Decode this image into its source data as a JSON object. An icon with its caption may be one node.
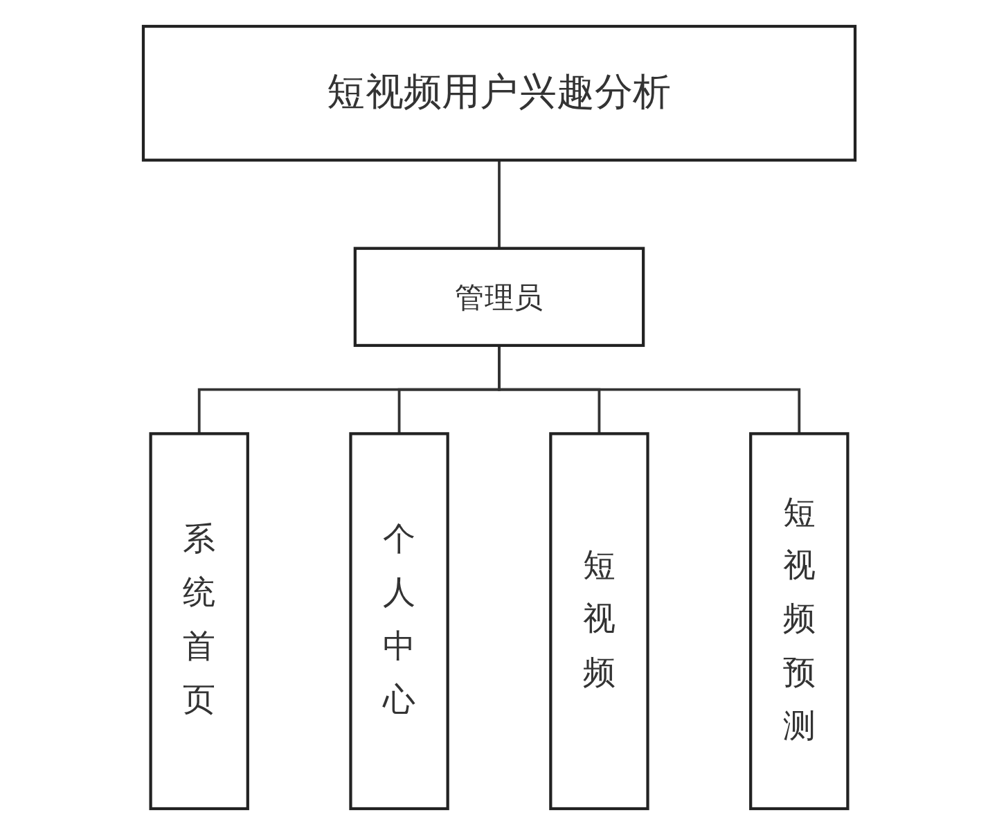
{
  "diagram": {
    "nodes": [
      {
        "text": [
          "短视频用户兴趣分析"
        ]
      },
      {
        "text": [
          "管理员"
        ]
      },
      {
        "text": [
          "系统首页"
        ]
      },
      {
        "text": [
          "个人中心"
        ]
      },
      {
        "text": [
          "短视频"
        ]
      },
      {
        "text": [
          "短视频预测"
        ]
      }
    ],
    "edges": [
      {
        "from": 0,
        "to": 1,
        "arrow": "none"
      },
      {
        "from": 1,
        "to": 2,
        "arrow": "none"
      },
      {
        "from": 1,
        "to": 3,
        "arrow": "none"
      },
      {
        "from": 1,
        "to": 4,
        "arrow": "none"
      },
      {
        "from": 1,
        "to": 5,
        "arrow": "none"
      }
    ]
  }
}
